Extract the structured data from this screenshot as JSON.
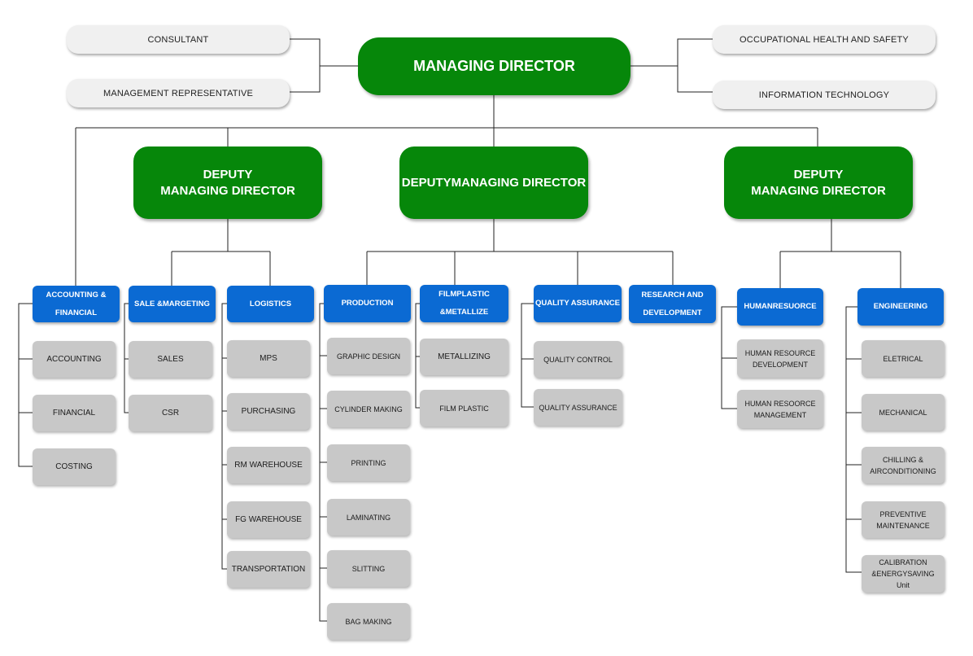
{
  "managing_director": "MANAGING DIRECTOR",
  "advisors_left": [
    "CONSULTANT",
    "MANAGEMENT REPRESENTATIVE"
  ],
  "advisors_right": [
    "OCCUPATIONAL HEALTH AND SAFETY",
    "INFORMATION TECHNOLOGY"
  ],
  "deputies": [
    "DEPUTY\nMANAGING DIRECTOR",
    "DEPUTYMANAGING DIRECTOR",
    "DEPUTY\nMANAGING DIRECTOR"
  ],
  "departments": [
    {
      "name": "ACCOUNTING &\nFINANCIAL",
      "units": [
        "ACCOUNTING",
        "FINANCIAL",
        "COSTING"
      ]
    },
    {
      "name": "SALE &MARGETING",
      "units": [
        "SALES",
        "CSR"
      ]
    },
    {
      "name": "LOGISTICS",
      "units": [
        "MPS",
        "PURCHASING",
        "RM WAREHOUSE",
        "FG WAREHOUSE",
        "TRANSPORTATION"
      ]
    },
    {
      "name": "PRODUCTION",
      "units": [
        "GRAPHIC DESIGN",
        "CYLINDER MAKING",
        "PRINTING",
        "LAMINATING",
        "SLITTING",
        "BAG MAKING"
      ]
    },
    {
      "name": "FILMPLASTIC\n&METALLIZE",
      "units": [
        "METALLIZING",
        "FILM PLASTIC"
      ]
    },
    {
      "name": "QUALITY ASSURANCE",
      "units": [
        "QUALITY  CONTROL",
        "QUALITY ASSURANCE"
      ]
    },
    {
      "name": "RESEARCH AND\nDEVELOPMENT",
      "units": []
    },
    {
      "name": "HUMANRESUORCE",
      "units": [
        "HUMAN RESOURCE\nDEVELOPMENT",
        "HUMAN RESOORCE\nMANAGEMENT"
      ]
    },
    {
      "name": "ENGINEERING",
      "units": [
        "ELETRICAL",
        "MECHANICAL",
        "CHILLING &\nAIRCONDITIONING",
        "PREVENTIVE\nMAINTENANCE",
        "CALIBRATION\n&ENERGYSAVING\nUnit"
      ]
    }
  ],
  "colors": {
    "green": "#06870a",
    "blue": "#0b6ad3",
    "grey_box": "#c8c8c8",
    "pill": "#f0f0f0"
  }
}
